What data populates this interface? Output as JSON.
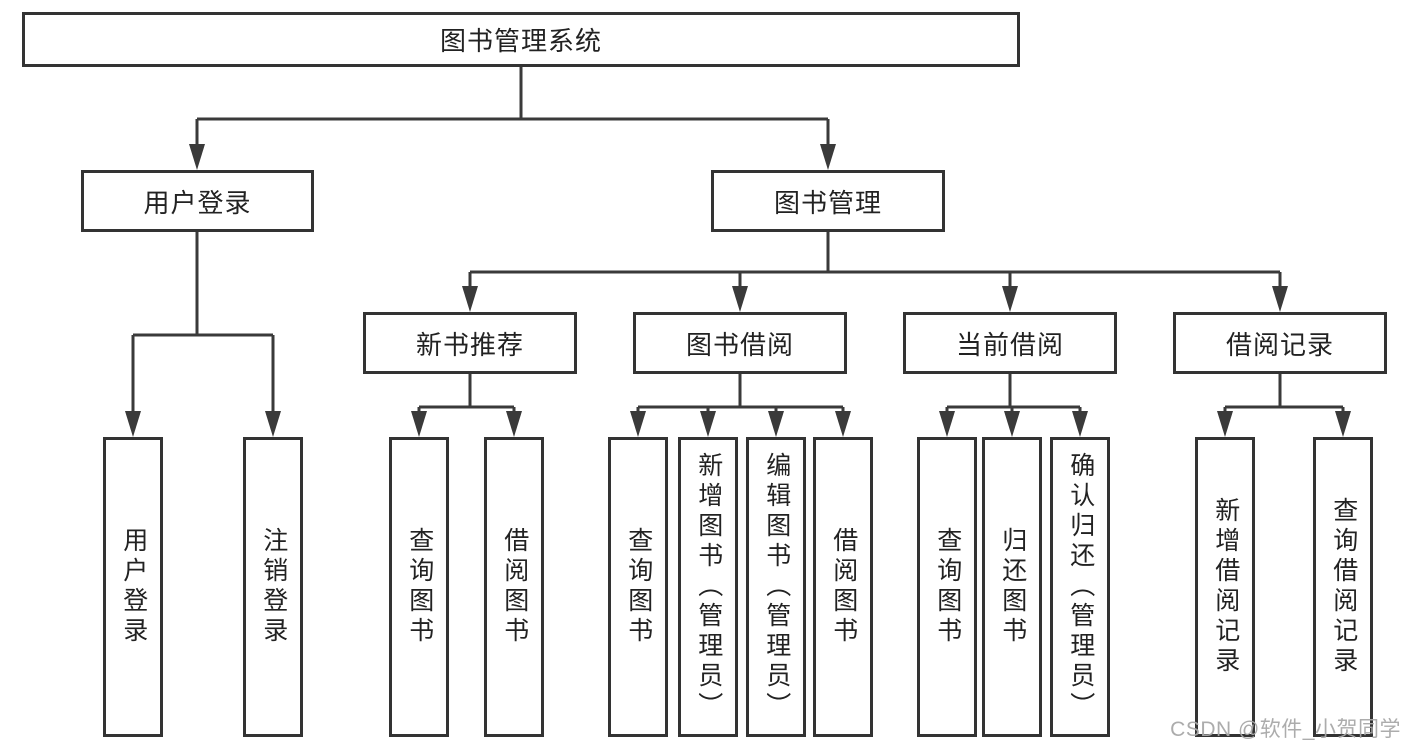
{
  "diagram": {
    "root": {
      "label": "图书管理系统"
    },
    "level2": [
      {
        "label": "用户登录"
      },
      {
        "label": "图书管理"
      }
    ],
    "level3": [
      {
        "label": "新书推荐"
      },
      {
        "label": "图书借阅"
      },
      {
        "label": "当前借阅"
      },
      {
        "label": "借阅记录"
      }
    ],
    "leaves": {
      "userLogin": [
        {
          "label": "用户登录"
        },
        {
          "label": "注销登录"
        }
      ],
      "newBookRecommendation": [
        {
          "label": "查询图书"
        },
        {
          "label": "借阅图书"
        }
      ],
      "bookBorrowing": [
        {
          "label": "查询图书"
        },
        {
          "label": "新增图书（管理员）"
        },
        {
          "label": "编辑图书（管理员）"
        },
        {
          "label": "借阅图书"
        }
      ],
      "currentBorrowing": [
        {
          "label": "查询图书"
        },
        {
          "label": "归还图书"
        },
        {
          "label": "确认归还（管理员）"
        }
      ],
      "borrowingRecords": [
        {
          "label": "新增借阅记录"
        },
        {
          "label": "查询借阅记录"
        }
      ]
    }
  },
  "watermark": {
    "text": "CSDN @软件_小贺同学"
  },
  "colors": {
    "line": "#3a3a3a",
    "border": "#333333",
    "text": "#222222",
    "watermark": "#a8a8a8",
    "background": "#ffffff"
  }
}
